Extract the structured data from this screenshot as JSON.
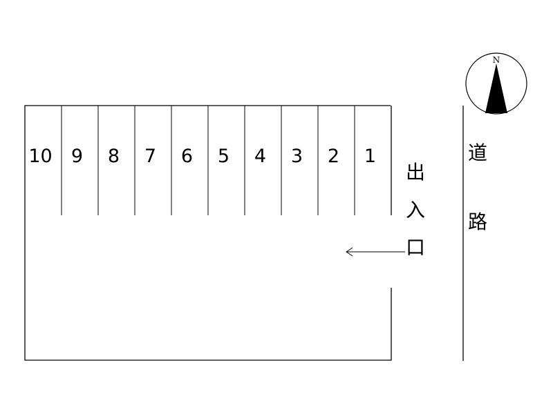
{
  "stalls": [
    "10",
    "9",
    "8",
    "7",
    "6",
    "5",
    "4",
    "3",
    "2",
    "1"
  ],
  "entrance": {
    "label": [
      "出",
      "入",
      "口"
    ]
  },
  "road": {
    "label": [
      "道",
      "路"
    ]
  },
  "compass": {
    "north_label": "N"
  },
  "colors": {
    "line": "#000000",
    "background": "#ffffff"
  }
}
